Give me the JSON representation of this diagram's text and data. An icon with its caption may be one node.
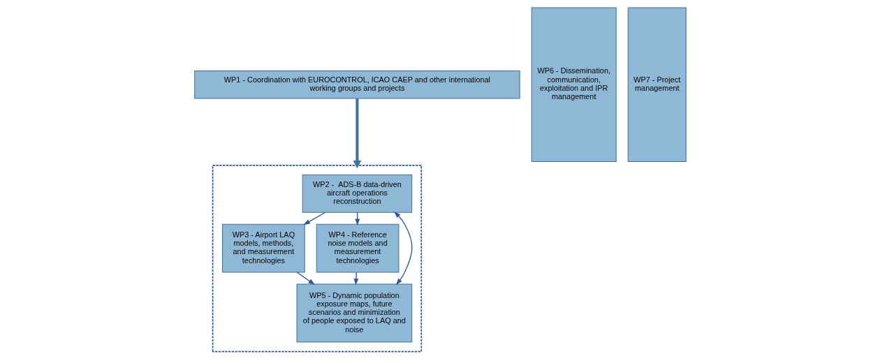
{
  "diagram": {
    "nodes": [
      {
        "text": [
          "WP1 - Coordination with EUROCONTROL, ICAO CAEP and other international working groups and projects"
        ]
      },
      {
        "text": [],
        "shape": "box"
      },
      {
        "text": [
          "WP2 -  ADS-B data-driven aircraft operations reconstruction"
        ],
        "in": 1
      },
      {
        "text": [
          "WP3 - Airport LAQ models, methods, and measurement technologies"
        ],
        "in": 1
      },
      {
        "text": [
          "WP4 - Reference noise models and measurement technologies"
        ],
        "in": 1
      },
      {
        "text": [
          "WP5 - Dynamic population exposure maps, future scenarios and minimization of people exposed to LAQ and noise"
        ],
        "in": 1
      },
      {
        "text": [
          "WP6 - Dissemination, communication, exploitation and IPR management"
        ]
      },
      {
        "text": [
          "WP7 - Project management"
        ]
      }
    ],
    "edges": [
      {
        "from": 0,
        "to": 1,
        "arrow": "to",
        "style": "thick"
      },
      {
        "from": 2,
        "to": 3,
        "arrow": "to"
      },
      {
        "from": 2,
        "to": 4,
        "arrow": "to"
      },
      {
        "from": 2,
        "to": 5,
        "arrow": "both"
      },
      {
        "from": 3,
        "to": 5,
        "arrow": "to"
      },
      {
        "from": 4,
        "to": 5,
        "arrow": "to"
      }
    ]
  }
}
